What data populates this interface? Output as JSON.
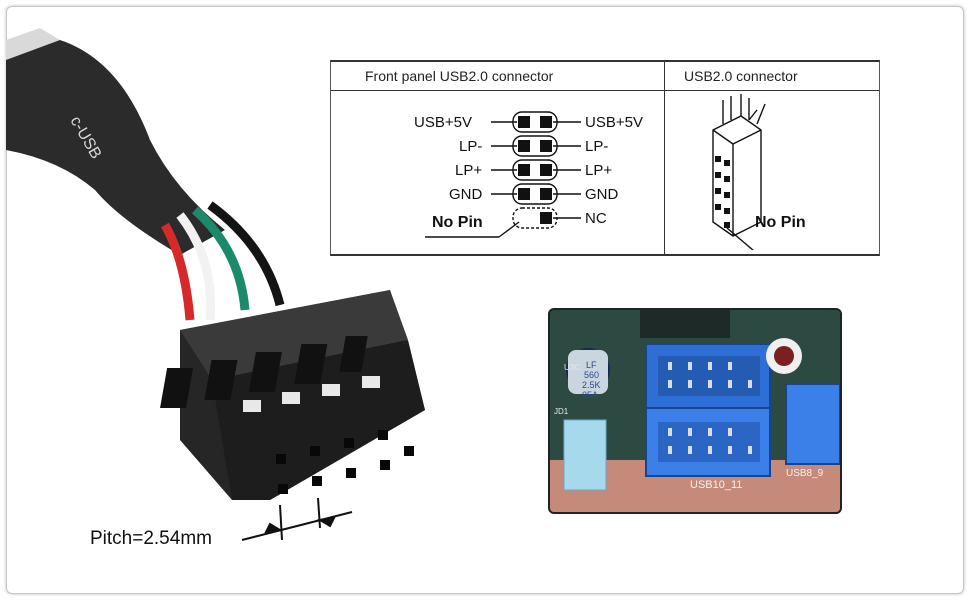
{
  "table": {
    "header_left": "Front panel USB2.0 connector",
    "header_right": "USB2.0 connector",
    "left_pins": [
      "USB+5V",
      "LP-",
      "LP+",
      "GND",
      "No Pin"
    ],
    "right_pins": [
      "USB+5V",
      "LP-",
      "LP+",
      "GND",
      "NC"
    ],
    "connector_no_pin": "No Pin"
  },
  "photo": {
    "usb10_11": "USB10_11",
    "usb8_9": "USB8_9",
    "cap_text": [
      "LF",
      "560",
      "2.5K",
      "05A"
    ],
    "u3c": "U3C",
    "jd1": "JD1"
  },
  "pitch": "Pitch=2.54mm"
}
